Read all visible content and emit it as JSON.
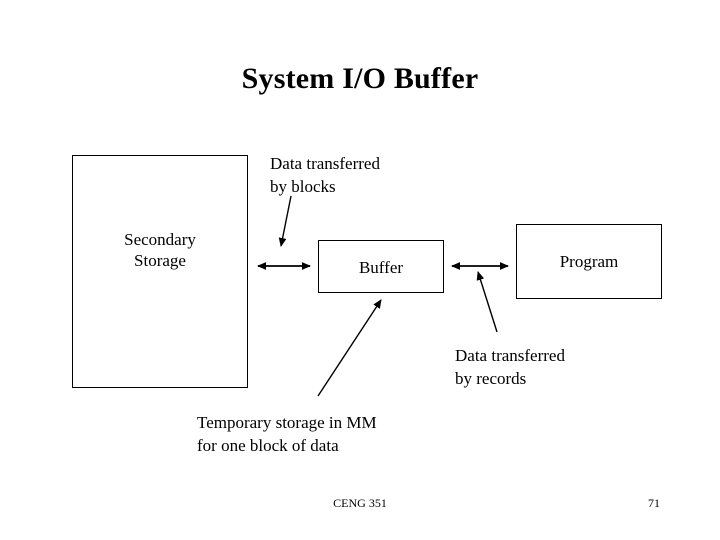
{
  "slide": {
    "title": "System I/O Buffer",
    "boxes": [
      {
        "name": "secondary-storage",
        "label": "Secondary\nStorage",
        "line1": "Secondary",
        "line2": "Storage"
      },
      {
        "name": "buffer",
        "label": "Buffer"
      },
      {
        "name": "program",
        "label": "Program"
      }
    ],
    "captions": {
      "blocks_line1": "Data transferred",
      "blocks_line2": "by blocks",
      "records_line1": "Data transferred",
      "records_line2": "by records",
      "temporary_line1": "Temporary storage in MM",
      "temporary_line2": "for one block of data"
    },
    "footer": {
      "course": "CENG 351",
      "page_number": "71"
    },
    "colors": {
      "background": "#ffffff",
      "foreground": "#000000",
      "stroke": "#000000"
    }
  }
}
